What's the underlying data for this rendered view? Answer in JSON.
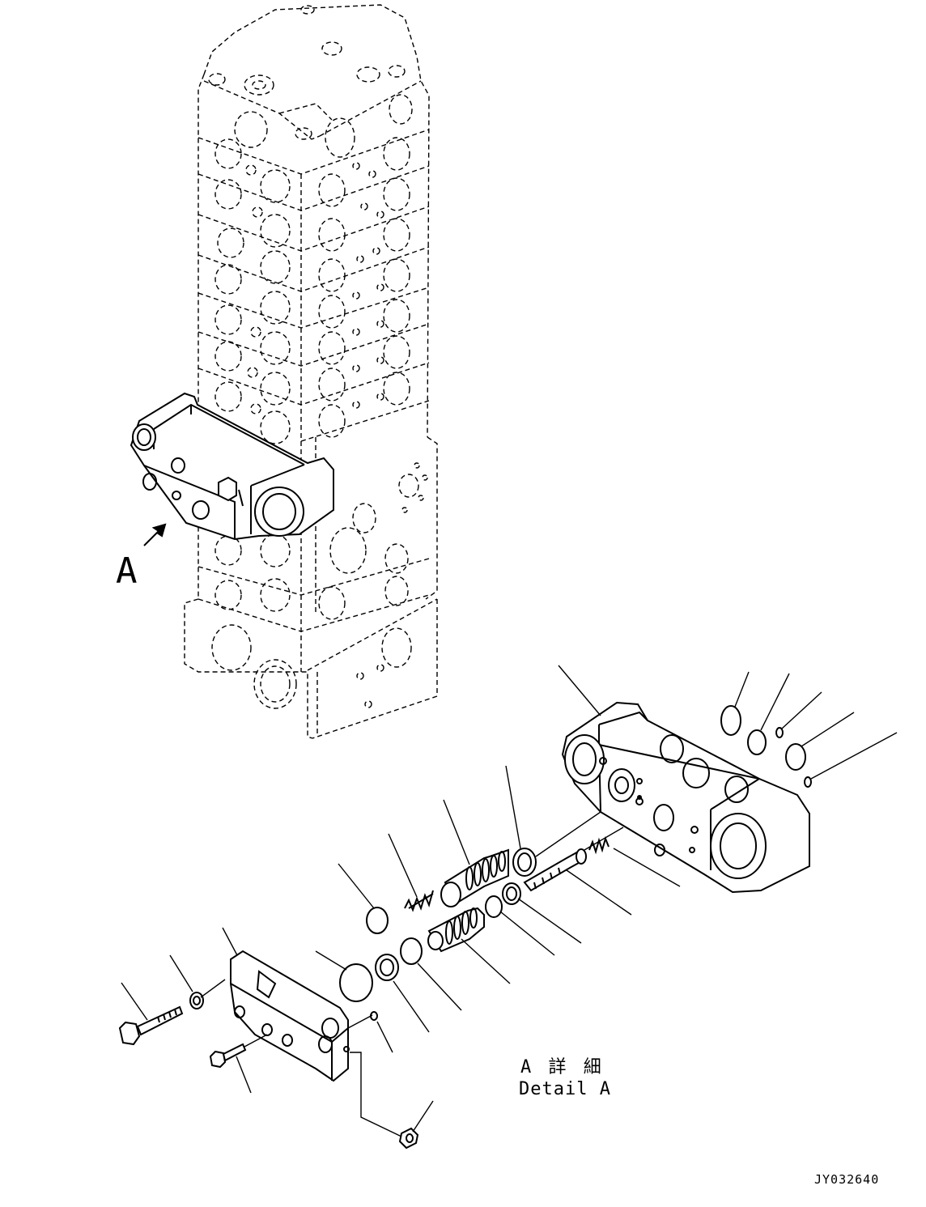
{
  "view_label": "A",
  "detail_title_jp": "A 詳 細",
  "detail_title_en": "Detail A",
  "drawing_number": "JY032640"
}
